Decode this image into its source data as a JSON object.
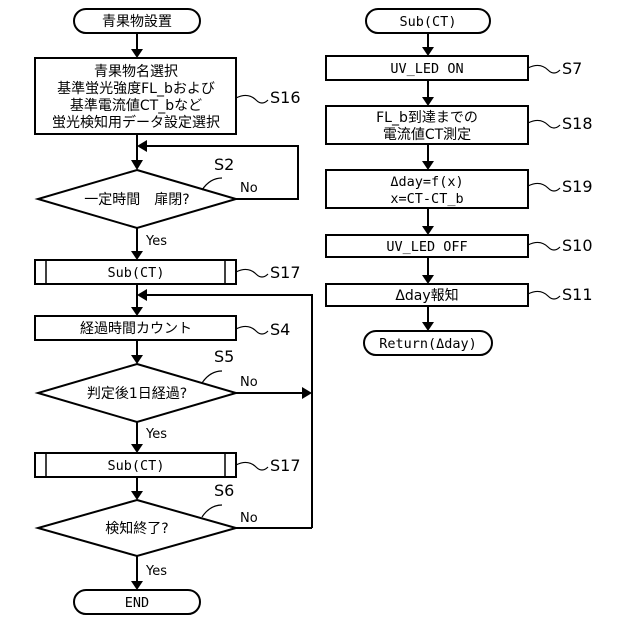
{
  "left": {
    "start": "青果物設置",
    "s16_lines": [
      "青果物名選択",
      "基準蛍光強度FL_bおよび",
      "基準電流値CT_bなど",
      "蛍光検知用データ設定選択"
    ],
    "s16_ref": "S16",
    "s2_text": "一定時間　扉閉?",
    "s2_ref": "S2",
    "s2_no": "No",
    "s2_yes": "Yes",
    "s17a_text": "Sub(CT)",
    "s17a_ref": "S17",
    "s4_text": "経過時間カウント",
    "s4_ref": "S4",
    "s5_text": "判定後1日経過?",
    "s5_ref": "S5",
    "s5_no": "No",
    "s5_yes": "Yes",
    "s17b_text": "Sub(CT)",
    "s17b_ref": "S17",
    "s6_text": "検知終了?",
    "s6_ref": "S6",
    "s6_no": "No",
    "s6_yes": "Yes",
    "end": "END"
  },
  "right": {
    "start": "Sub(CT)",
    "s7_text": "UV_LED ON",
    "s7_ref": "S7",
    "s18_lines": [
      "FL_b到達までの",
      "電流値CT測定"
    ],
    "s18_ref": "S18",
    "s19_lines": [
      "Δday=f(x)",
      "x=CT-CT_b"
    ],
    "s19_ref": "S19",
    "s10_text": "UV_LED OFF",
    "s10_ref": "S10",
    "s11_text": "Δday報知",
    "s11_ref": "S11",
    "ret": "Return(Δday)"
  }
}
